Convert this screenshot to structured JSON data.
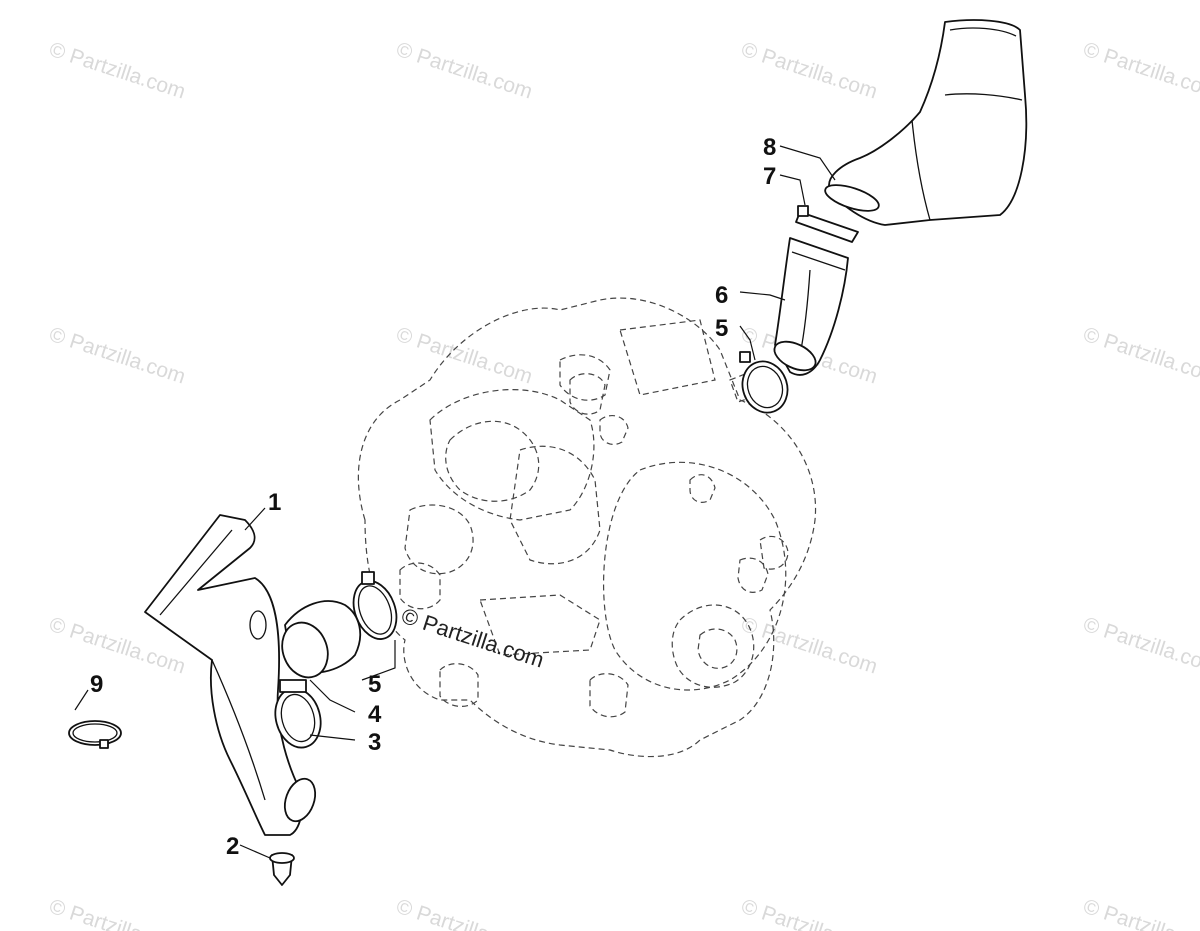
{
  "watermark": {
    "text": "© Partzilla.com",
    "center_text": "© Partzilla.com"
  },
  "callouts": [
    {
      "id": "c1",
      "label": "1"
    },
    {
      "id": "c2",
      "label": "2"
    },
    {
      "id": "c3",
      "label": "3"
    },
    {
      "id": "c4",
      "label": "4"
    },
    {
      "id": "c5a",
      "label": "5"
    },
    {
      "id": "c5b",
      "label": "5"
    },
    {
      "id": "c6",
      "label": "6"
    },
    {
      "id": "c7",
      "label": "7"
    },
    {
      "id": "c8",
      "label": "8"
    },
    {
      "id": "c9",
      "label": "9"
    }
  ]
}
